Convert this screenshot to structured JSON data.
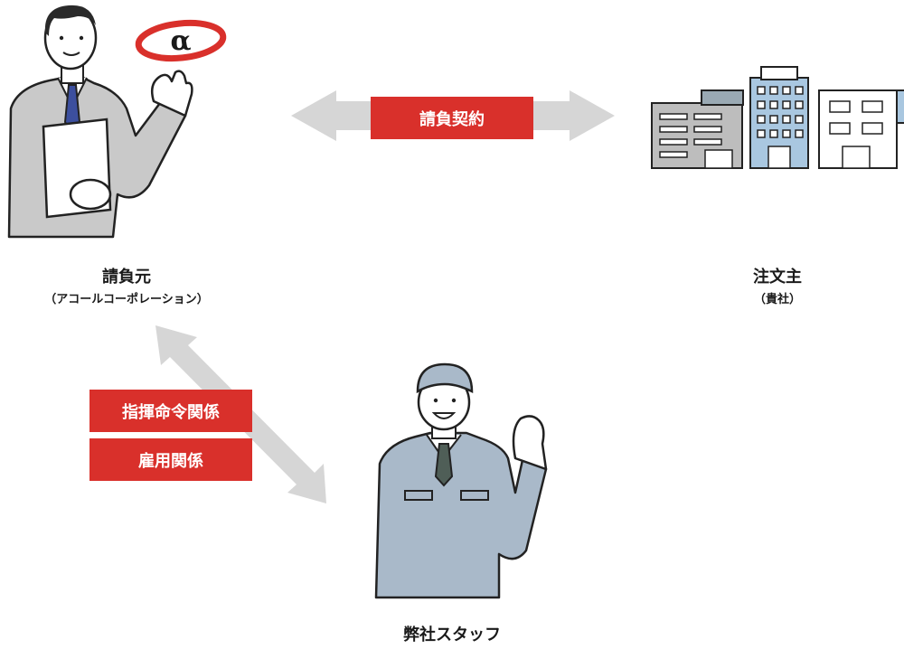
{
  "contractor": {
    "title": "請負元",
    "subtitle": "（アコールコーポレーション）"
  },
  "client": {
    "title": "注文主",
    "subtitle": "（貴社）"
  },
  "staff": {
    "title": "弊社スタッフ"
  },
  "relations": {
    "contract": "請負契約",
    "command": "指揮命令関係",
    "employment": "雇用関係"
  },
  "logo": {
    "glyph": "α"
  },
  "colors": {
    "accent": "#d9302b",
    "arrow": "#d6d6d6",
    "suit": "#c9c9c9",
    "uniform": "#a9b9c9",
    "building_blue": "#a9c7e0"
  }
}
